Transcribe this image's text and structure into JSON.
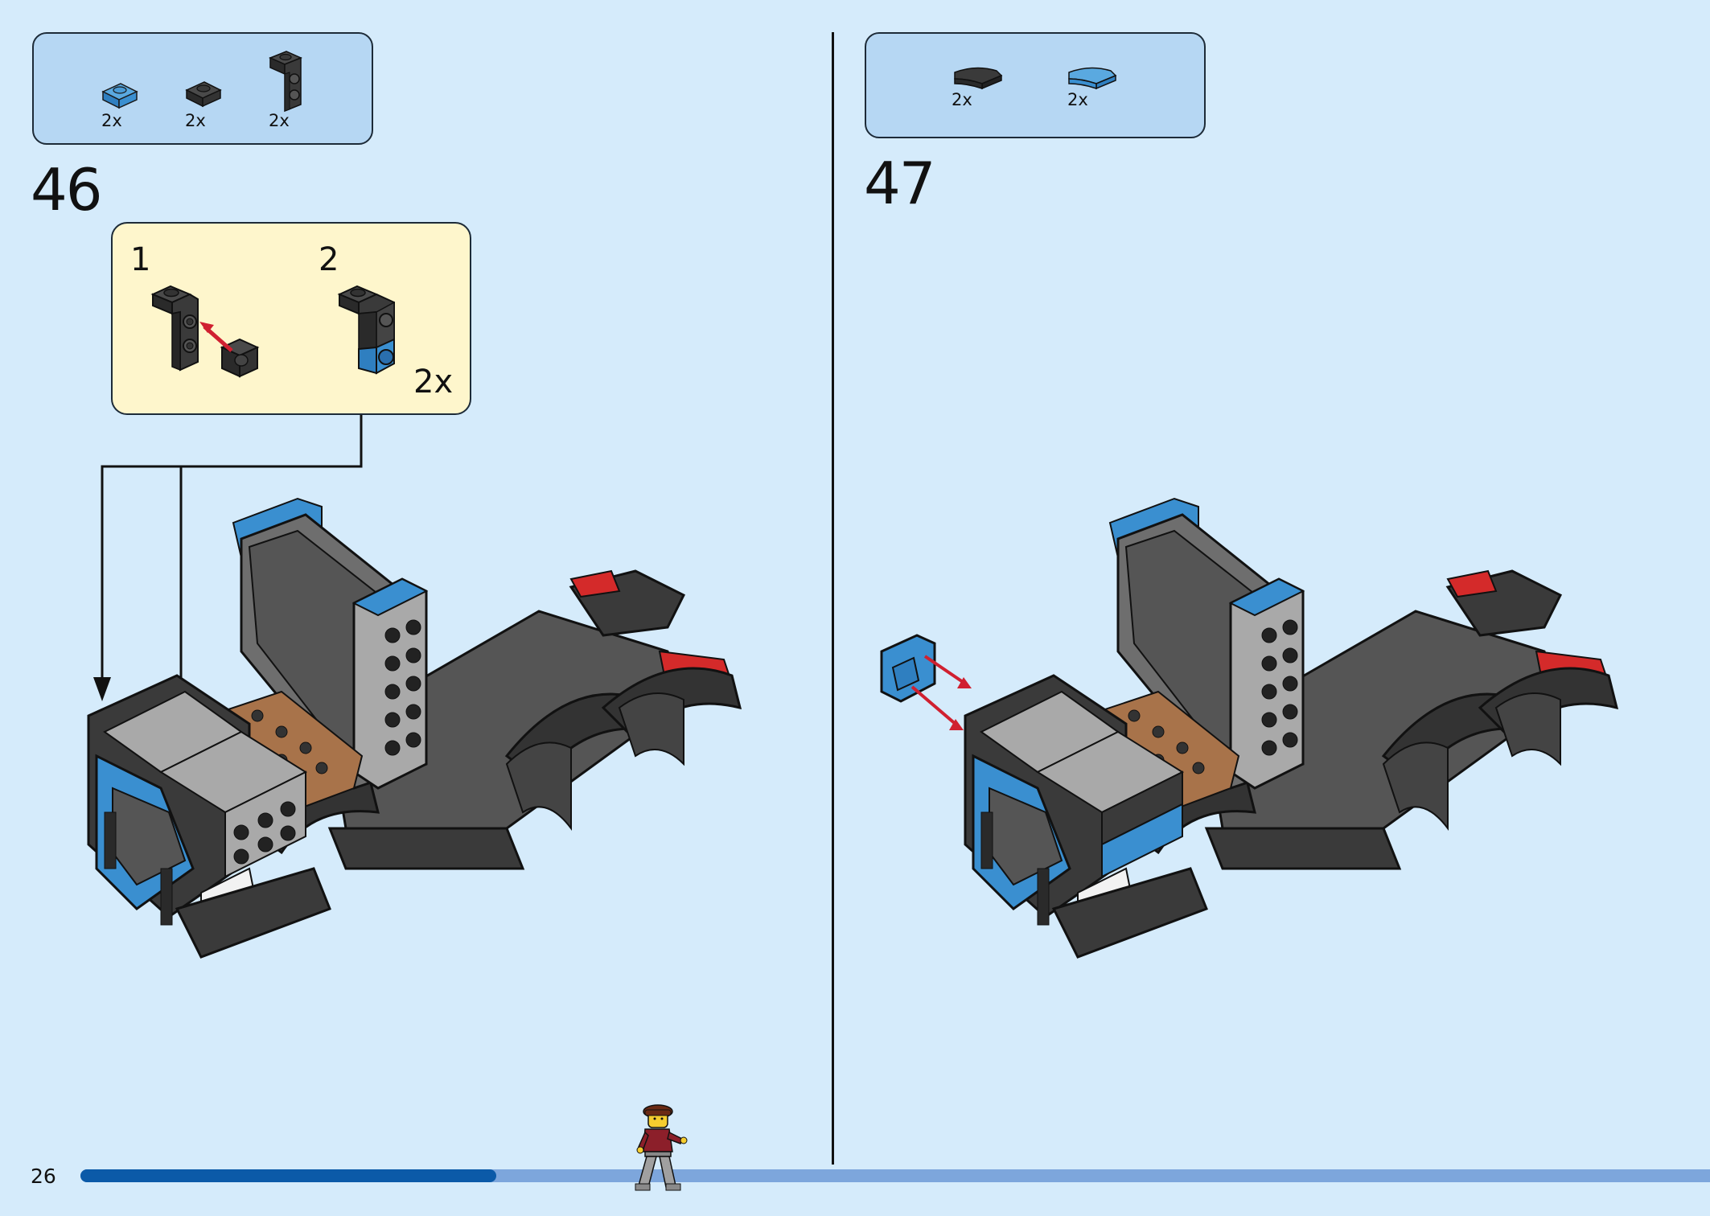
{
  "page": {
    "number": "26",
    "progress": 0.255
  },
  "colors": {
    "background": "#d5ebfb",
    "parts_box": "#b6d7f3",
    "sub_assembly_box": "#fef6cc",
    "brick_blue": "#3a8fd0",
    "brick_dark": "#3a3a3a",
    "brick_light": "#a9a9a9",
    "brick_red": "#d42a2a",
    "brick_brown": "#a8734a",
    "arrow_red": "#d02030",
    "progress_done": "#0b5aa8",
    "progress_remaining": "#7da6dc"
  },
  "step46": {
    "number": "46",
    "parts": [
      {
        "icon": "blue-plate-1x1-icon",
        "qty": "2x"
      },
      {
        "icon": "black-plate-1x1-icon",
        "qty": "2x"
      },
      {
        "icon": "black-bracket-icon",
        "qty": "2x"
      }
    ],
    "sub_assembly": {
      "sub_steps": [
        {
          "number": "1"
        },
        {
          "number": "2"
        }
      ],
      "multiplier": "2x"
    }
  },
  "step47": {
    "number": "47",
    "parts": [
      {
        "icon": "black-curved-slope-icon",
        "qty": "2x"
      },
      {
        "icon": "blue-curved-slope-icon",
        "qty": "2x"
      }
    ]
  }
}
